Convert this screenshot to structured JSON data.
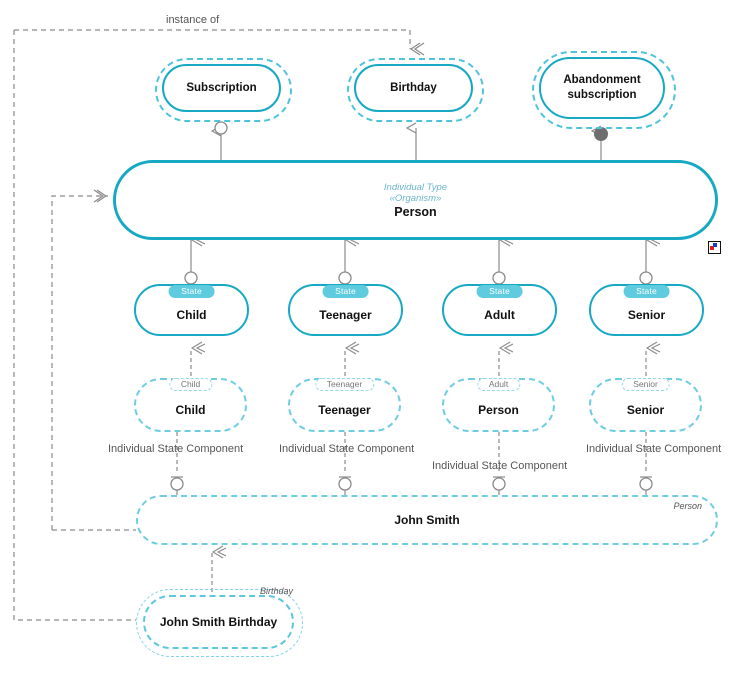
{
  "diagram": {
    "title_note": "instance of",
    "accent_solid": "#17A9C4",
    "accent_dashed": "#6FCDE2",
    "badge_color": "#5ECBDF",
    "connector_gray": "#8A8A8A"
  },
  "types": {
    "subscription": {
      "label": "Subscription"
    },
    "birthday": {
      "label": "Birthday"
    },
    "abandonment": {
      "label": "Abandonment subscription"
    }
  },
  "person_type": {
    "meta1": "Individual Type",
    "meta2": "«Organism»",
    "name": "Person"
  },
  "states": [
    {
      "badge": "State",
      "label": "Child"
    },
    {
      "badge": "State",
      "label": "Teenager"
    },
    {
      "badge": "State",
      "label": "Adult"
    },
    {
      "badge": "State",
      "label": "Senior"
    }
  ],
  "individual_states": [
    {
      "badge": "Child",
      "label": "Child"
    },
    {
      "badge": "Teenager",
      "label": "Teenager"
    },
    {
      "badge": "Adult",
      "label": "Person"
    },
    {
      "badge": "Senior",
      "label": "Senior"
    }
  ],
  "component_labels": [
    "Individual State Component",
    "Individual State Component",
    "Individual State Component",
    "Individual State Component"
  ],
  "individual": {
    "label": "John Smith",
    "corner": "Person"
  },
  "individual_event": {
    "label": "John Smith Birthday",
    "corner": "Birthday"
  },
  "icons": {
    "resize_handle": "resize-handle-icon"
  }
}
